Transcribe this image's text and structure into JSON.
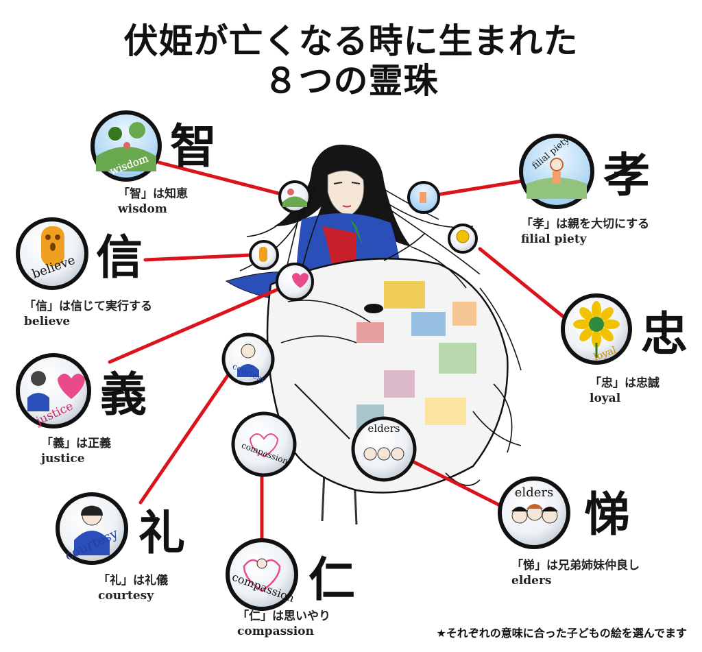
{
  "title": {
    "line1": "伏姫が亡くなる時に生まれた",
    "line2": "８つの霊珠"
  },
  "virtues": [
    {
      "id": "wisdom",
      "kanji": "智",
      "desc": "「智」は知恵",
      "english": "wisdom",
      "badge": "wisdom"
    },
    {
      "id": "believe",
      "kanji": "信",
      "desc": "「信」は信じて実行する",
      "english": "believe",
      "badge": "believe"
    },
    {
      "id": "justice",
      "kanji": "義",
      "desc": "「義」は正義",
      "english": "justice",
      "badge": "justice"
    },
    {
      "id": "courtesy",
      "kanji": "礼",
      "desc": "「礼」は礼儀",
      "english": "courtesy",
      "badge": "courtesy"
    },
    {
      "id": "compassion",
      "kanji": "仁",
      "desc": "「仁」は思いやり",
      "english": "compassion",
      "badge": "compassion"
    },
    {
      "id": "elders",
      "kanji": "悌",
      "desc": "「悌」は兄弟姉妹仲良し",
      "english": "elders",
      "badge": "elders"
    },
    {
      "id": "loyal",
      "kanji": "忠",
      "desc": "「忠」は忠誠",
      "english": "loyal",
      "badge": "loyal"
    },
    {
      "id": "filial",
      "kanji": "孝",
      "desc": "「孝」は親を大切にする",
      "english": "filial piety",
      "badge": "filial piety"
    }
  ],
  "footnote": "★それぞれの意味に合った子どもの絵を選んでます",
  "colors": {
    "connector": "#d9141c",
    "princess_blue": "#2a4fb8",
    "princess_red": "#c8202a",
    "hair": "#111111",
    "sunflower": "#f2c200",
    "heart": "#e84a8a"
  }
}
